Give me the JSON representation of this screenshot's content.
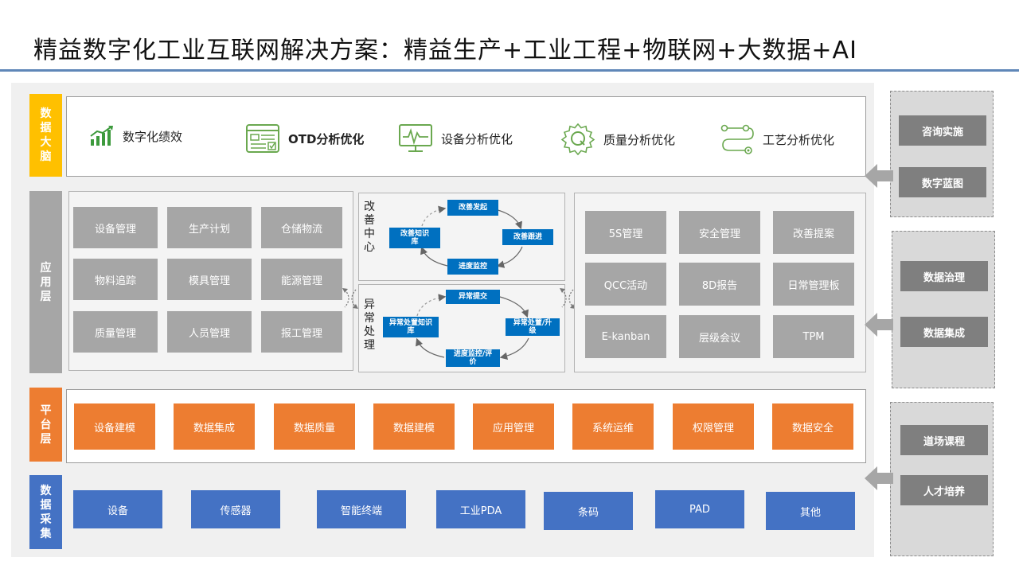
{
  "title": "精益数字化工业互联网解决方案：精益生产+工业工程+物联网+大数据+AI",
  "colors": {
    "accent_yellow": "#ffc000",
    "grey_label": "#a6a6a6",
    "orange": "#ed7d31",
    "blue": "#4472c4",
    "cycle_blue": "#0070c0",
    "dark_grey": "#7f7f7f"
  },
  "layers": {
    "brain": {
      "label": [
        "数",
        "据",
        "大",
        "脑"
      ]
    },
    "application": {
      "label": [
        "应",
        "用",
        "层"
      ]
    },
    "platform": {
      "label": [
        "平",
        "台",
        "层"
      ]
    },
    "collection": {
      "label": [
        "数",
        "据",
        "采",
        "集"
      ]
    }
  },
  "brain_items": [
    {
      "label": "数字化绩效",
      "icon": "chart-bars-icon"
    },
    {
      "label": "OTD分析优化",
      "icon": "report-icon"
    },
    {
      "label": "设备分析优化",
      "icon": "monitor-pulse-icon"
    },
    {
      "label": "质量分析优化",
      "icon": "gear-q-icon"
    },
    {
      "label": "工艺分析优化",
      "icon": "flow-path-icon"
    }
  ],
  "app_left": [
    "设备管理",
    "生产计划",
    "仓储物流",
    "物料追踪",
    "模具管理",
    "能源管理",
    "质量管理",
    "人员管理",
    "报工管理"
  ],
  "improvement_center": {
    "label": [
      "改",
      "善",
      "中",
      "心"
    ],
    "nodes": [
      "改善发起",
      "改善跟进",
      "进度监控",
      "改善知识库"
    ]
  },
  "exception_handling": {
    "label": [
      "异",
      "常",
      "处",
      "理"
    ],
    "nodes": [
      "异常提交",
      "异常处置/升级",
      "进度监控/评价",
      "异常处置知识库"
    ]
  },
  "app_right": [
    "5S管理",
    "安全管理",
    "改善提案",
    "QCC活动",
    "8D报告",
    "日常管理板",
    "E-kanban",
    "层级会议",
    "TPM"
  ],
  "platform_items": [
    "设备建模",
    "数据集成",
    "数据质量",
    "数据建模",
    "应用管理",
    "系统运维",
    "权限管理",
    "数据安全"
  ],
  "collection_items": [
    "设备",
    "传感器",
    "智能终端",
    "工业PDA",
    "条码",
    "PAD",
    "其他"
  ],
  "right_groups": [
    [
      "咨询实施",
      "数字蓝图"
    ],
    [
      "数据治理",
      "数据集成"
    ],
    [
      "道场课程",
      "人才培养"
    ]
  ]
}
